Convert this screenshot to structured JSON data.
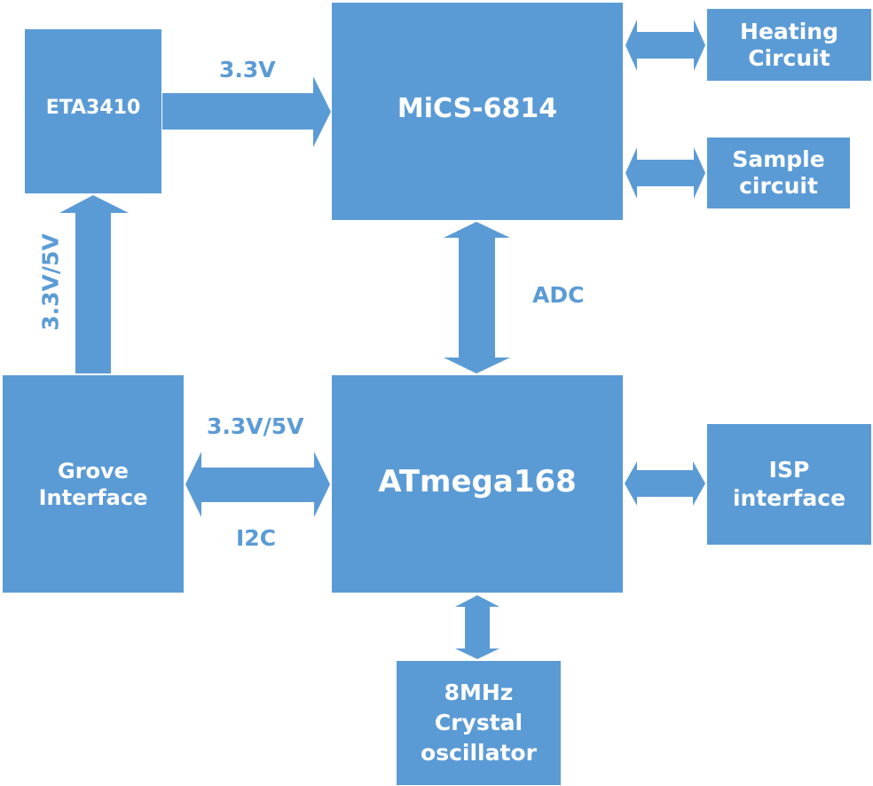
{
  "colors": {
    "block": "#5b9bd5",
    "background": "#ffffff",
    "block_text": "#ffffff"
  },
  "blocks": {
    "eta": "ETA3410",
    "mics": "MiCS-6814",
    "heating": "Heating\nCircuit",
    "sample": "Sample\ncircuit",
    "grove": "Grove\nInterface",
    "atmega": "ATmega168",
    "isp": "ISP\ninterface",
    "crystal": "8MHz\nCrystal\noscillator"
  },
  "labels": {
    "eta_to_mics": "3.3V",
    "grove_to_eta": "3.3V/5V",
    "mics_atmega": "ADC",
    "grove_atmega_top": "3.3V/5V",
    "grove_atmega_bottom": "I2C"
  }
}
